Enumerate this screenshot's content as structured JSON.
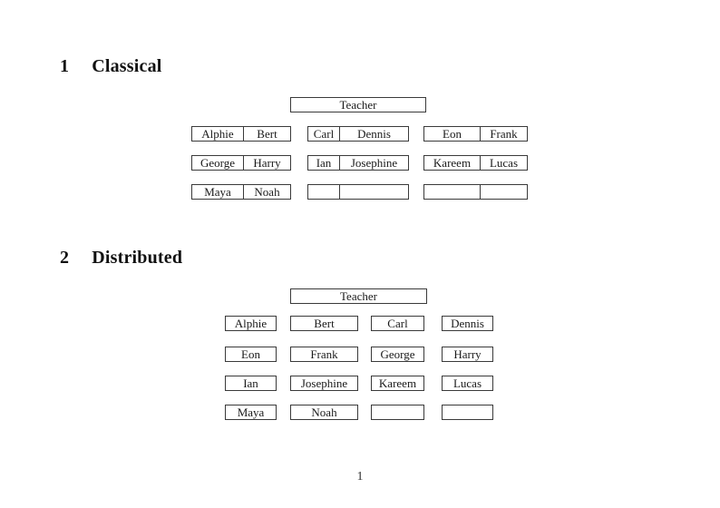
{
  "page": {
    "number": "1"
  },
  "sections": [
    {
      "number": "1",
      "title": "Classical",
      "teacher_label": "Teacher",
      "desks": [
        {
          "left": "Alphie",
          "right": "Bert"
        },
        {
          "left": "Carl",
          "right": "Dennis"
        },
        {
          "left": "Eon",
          "right": "Frank"
        },
        {
          "left": "George",
          "right": "Harry"
        },
        {
          "left": "Ian",
          "right": "Josephine"
        },
        {
          "left": "Kareem",
          "right": "Lucas"
        },
        {
          "left": "Maya",
          "right": "Noah"
        },
        {
          "left": "",
          "right": ""
        },
        {
          "left": "",
          "right": ""
        }
      ]
    },
    {
      "number": "2",
      "title": "Distributed",
      "teacher_label": "Teacher",
      "seats": [
        "Alphie",
        "Bert",
        "Carl",
        "Dennis",
        "Eon",
        "Frank",
        "George",
        "Harry",
        "Ian",
        "Josephine",
        "Kareem",
        "Lucas",
        "Maya",
        "Noah",
        "",
        ""
      ]
    }
  ]
}
